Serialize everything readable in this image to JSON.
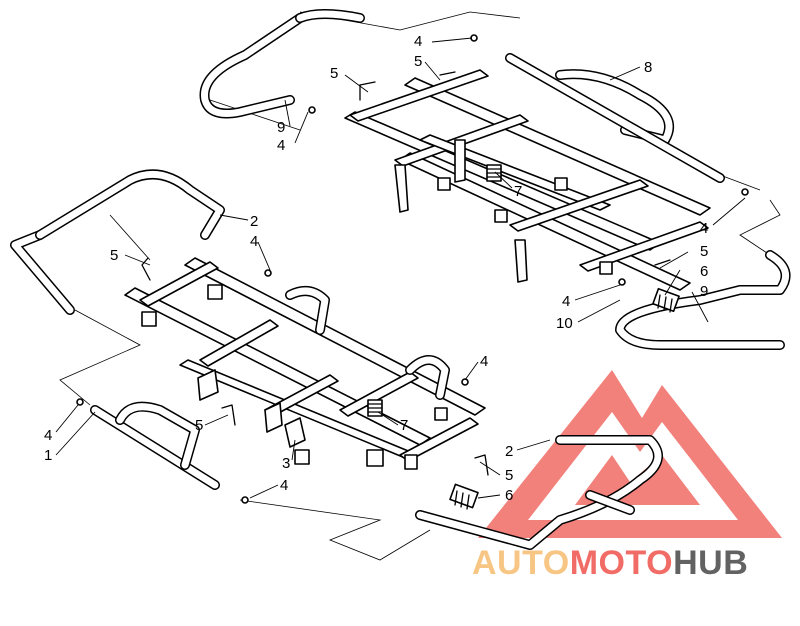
{
  "callouts": [
    {
      "id": "c1",
      "label": "4"
    },
    {
      "id": "c2",
      "label": "5"
    },
    {
      "id": "c3",
      "label": "8"
    },
    {
      "id": "c4",
      "label": "5"
    },
    {
      "id": "c5",
      "label": "9"
    },
    {
      "id": "c6",
      "label": "4"
    },
    {
      "id": "c7",
      "label": "7"
    },
    {
      "id": "c8",
      "label": "2"
    },
    {
      "id": "c9",
      "label": "4"
    },
    {
      "id": "c10",
      "label": "5"
    },
    {
      "id": "c11",
      "label": "4"
    },
    {
      "id": "c12",
      "label": "5"
    },
    {
      "id": "c13",
      "label": "6"
    },
    {
      "id": "c14",
      "label": "9"
    },
    {
      "id": "c15",
      "label": "4"
    },
    {
      "id": "c16",
      "label": "10"
    },
    {
      "id": "c17",
      "label": "4"
    },
    {
      "id": "c18",
      "label": "5"
    },
    {
      "id": "c19",
      "label": "7"
    },
    {
      "id": "c20",
      "label": "2"
    },
    {
      "id": "c21",
      "label": "4"
    },
    {
      "id": "c22",
      "label": "1"
    },
    {
      "id": "c23",
      "label": "3"
    },
    {
      "id": "c24",
      "label": "5"
    },
    {
      "id": "c25",
      "label": "4"
    },
    {
      "id": "c26",
      "label": "6"
    }
  ],
  "watermark": {
    "part1": "AUTO",
    "part2": "MOTO",
    "part3": "HUB",
    "color_light": "#f7c27a",
    "color_red": "#f0605a",
    "color_dark": "#555555",
    "triangle_color": "#f06a64"
  }
}
